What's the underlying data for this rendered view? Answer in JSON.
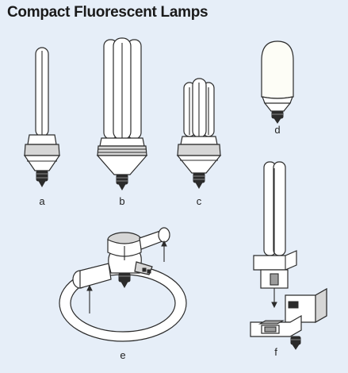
{
  "title": "Compact Fluorescent Lamps",
  "background": "#e6eef8",
  "labels": {
    "a": "a",
    "b": "b",
    "c": "c",
    "d": "d",
    "e": "e",
    "f": "f"
  }
}
